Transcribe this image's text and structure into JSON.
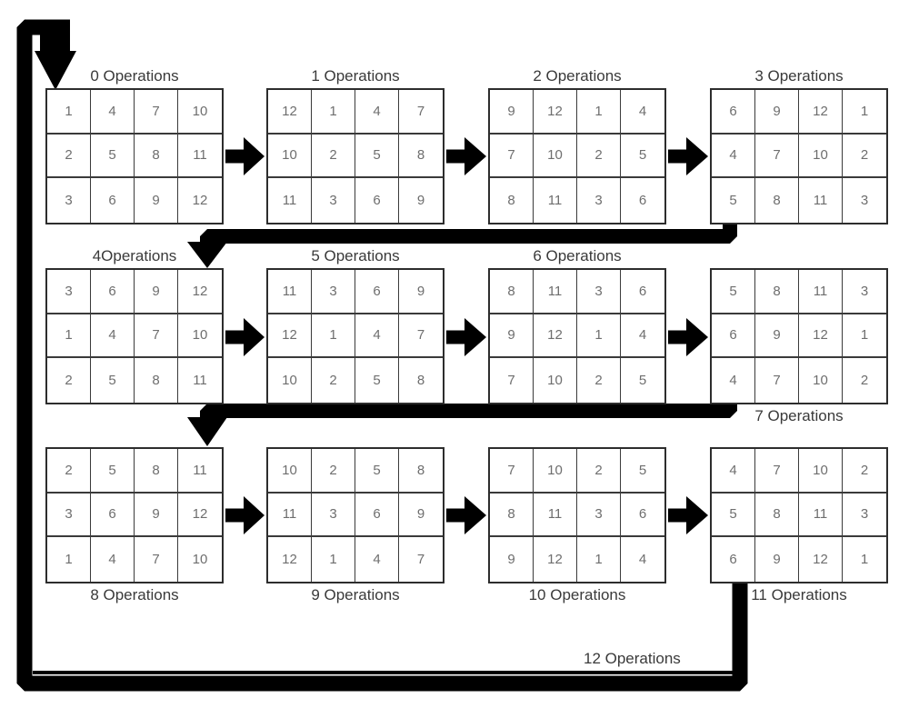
{
  "figure": {
    "loop_label": "12 Operations",
    "colors": {
      "arrow": "#000000",
      "label_text": "#3a3a3a",
      "cell_text": "#6e6e6e",
      "grid_border": "#2d2d2d",
      "background": "#ffffff"
    },
    "grids": [
      {
        "label": "0 Operations",
        "label_pos": "top",
        "rows": [
          [
            "1",
            "4",
            "7",
            "10"
          ],
          [
            "2",
            "5",
            "8",
            "11"
          ],
          [
            "3",
            "6",
            "9",
            "12"
          ]
        ]
      },
      {
        "label": "1 Operations",
        "label_pos": "top",
        "rows": [
          [
            "12",
            "1",
            "4",
            "7"
          ],
          [
            "10",
            "2",
            "5",
            "8"
          ],
          [
            "11",
            "3",
            "6",
            "9"
          ]
        ]
      },
      {
        "label": "2 Operations",
        "label_pos": "top",
        "rows": [
          [
            "9",
            "12",
            "1",
            "4"
          ],
          [
            "7",
            "10",
            "2",
            "5"
          ],
          [
            "8",
            "11",
            "3",
            "6"
          ]
        ]
      },
      {
        "label": "3 Operations",
        "label_pos": "top",
        "rows": [
          [
            "6",
            "9",
            "12",
            "1"
          ],
          [
            "4",
            "7",
            "10",
            "2"
          ],
          [
            "5",
            "8",
            "11",
            "3"
          ]
        ]
      },
      {
        "label": "4Operations",
        "label_pos": "top",
        "rows": [
          [
            "3",
            "6",
            "9",
            "12"
          ],
          [
            "1",
            "4",
            "7",
            "10"
          ],
          [
            "2",
            "5",
            "8",
            "11"
          ]
        ]
      },
      {
        "label": "5 Operations",
        "label_pos": "top",
        "rows": [
          [
            "11",
            "3",
            "6",
            "9"
          ],
          [
            "12",
            "1",
            "4",
            "7"
          ],
          [
            "10",
            "2",
            "5",
            "8"
          ]
        ]
      },
      {
        "label": "6 Operations",
        "label_pos": "top",
        "rows": [
          [
            "8",
            "11",
            "3",
            "6"
          ],
          [
            "9",
            "12",
            "1",
            "4"
          ],
          [
            "7",
            "10",
            "2",
            "5"
          ]
        ]
      },
      {
        "label": "7 Operations",
        "label_pos": "bottom",
        "rows": [
          [
            "5",
            "8",
            "11",
            "3"
          ],
          [
            "6",
            "9",
            "12",
            "1"
          ],
          [
            "4",
            "7",
            "10",
            "2"
          ]
        ]
      },
      {
        "label": "8 Operations",
        "label_pos": "bottom",
        "rows": [
          [
            "2",
            "5",
            "8",
            "11"
          ],
          [
            "3",
            "6",
            "9",
            "12"
          ],
          [
            "1",
            "4",
            "7",
            "10"
          ]
        ]
      },
      {
        "label": "9 Operations",
        "label_pos": "bottom",
        "rows": [
          [
            "10",
            "2",
            "5",
            "8"
          ],
          [
            "11",
            "3",
            "6",
            "9"
          ],
          [
            "12",
            "1",
            "4",
            "7"
          ]
        ]
      },
      {
        "label": "10 Operations",
        "label_pos": "bottom",
        "rows": [
          [
            "7",
            "10",
            "2",
            "5"
          ],
          [
            "8",
            "11",
            "3",
            "6"
          ],
          [
            "9",
            "12",
            "1",
            "4"
          ]
        ]
      },
      {
        "label": "11 Operations",
        "label_pos": "bottom",
        "rows": [
          [
            "4",
            "7",
            "10",
            "2"
          ],
          [
            "5",
            "8",
            "11",
            "3"
          ],
          [
            "6",
            "9",
            "12",
            "1"
          ]
        ]
      }
    ]
  }
}
